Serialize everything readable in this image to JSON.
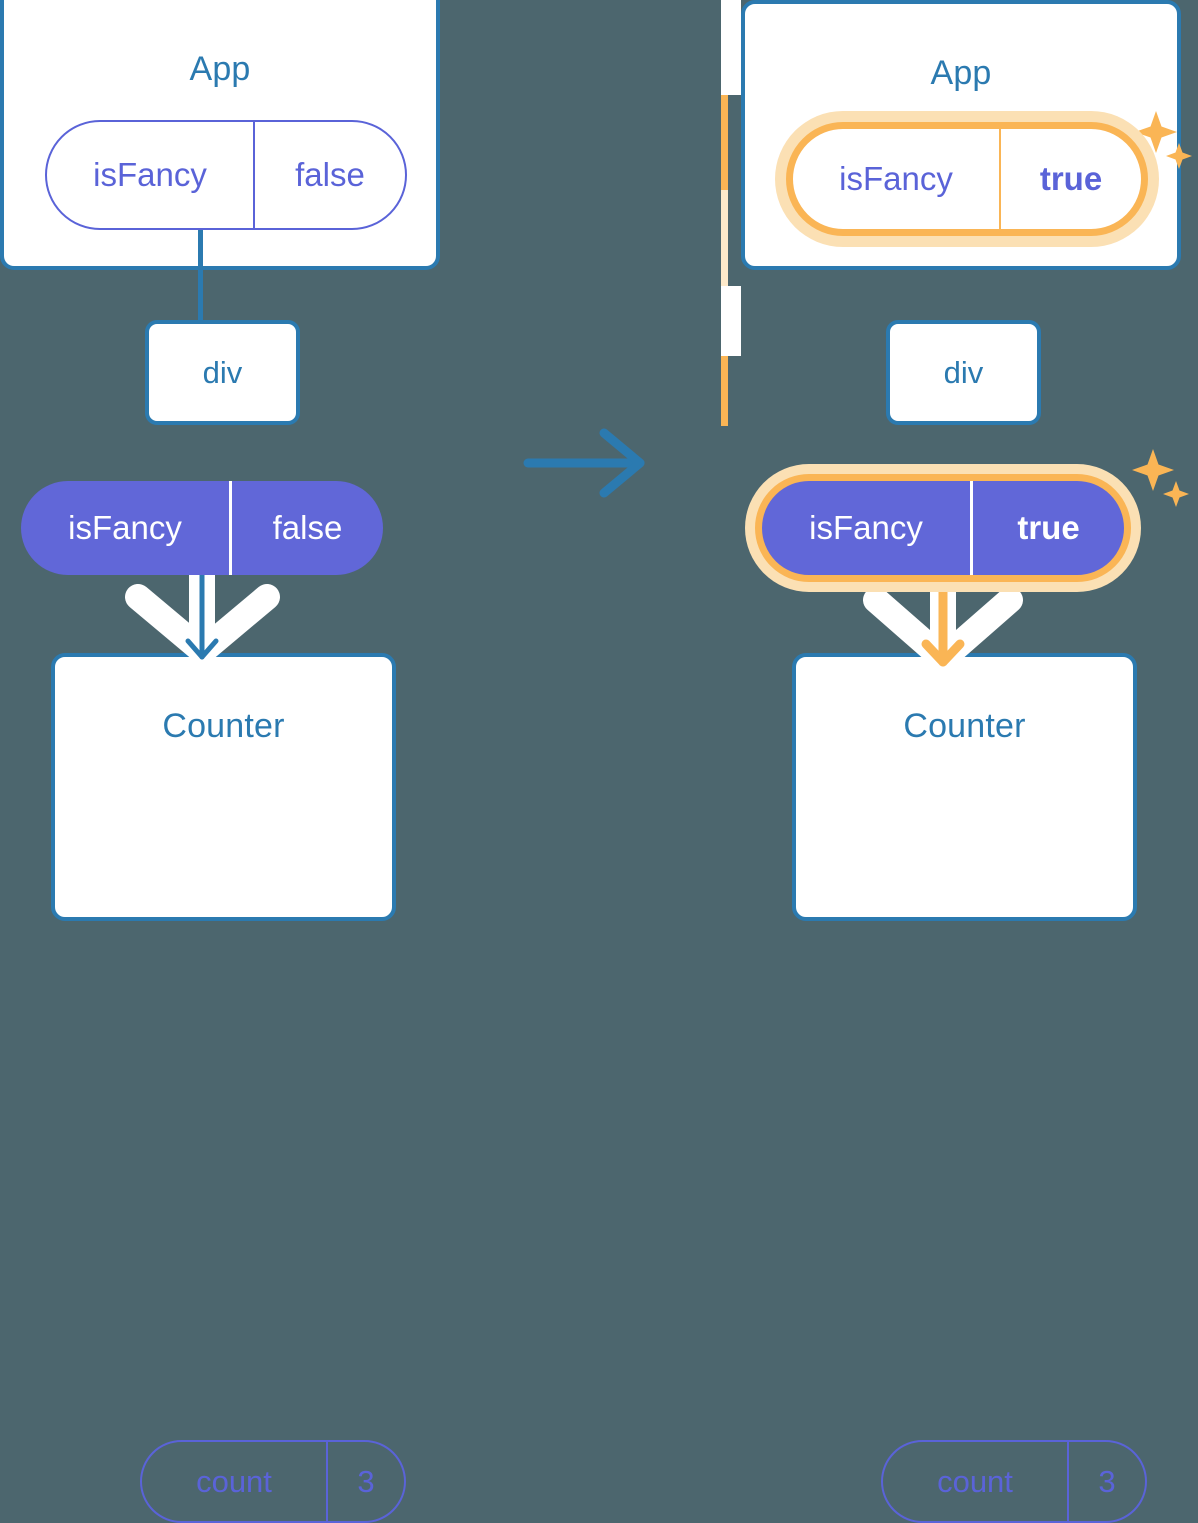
{
  "diagram": {
    "title": "React state update propagation",
    "background_color": "#4c666e",
    "accent_blue": "#2b7ab0",
    "accent_purple": "#6167d8",
    "accent_purple_outline": "#5a63d8",
    "highlight_orange": "#fab555",
    "highlight_halo": "#fbe0b4"
  },
  "transition_arrow": {
    "icon": "right-arrow-icon",
    "color": "#2b7ab0"
  },
  "panels": [
    {
      "id": "before",
      "state_highlighted": false,
      "app": {
        "title": "App",
        "pill": {
          "key": "isFancy",
          "value": "false",
          "style": "outline",
          "value_bold": false
        }
      },
      "div": {
        "label": "div"
      },
      "prop_pill": {
        "key": "isFancy",
        "value": "false",
        "style": "solid",
        "value_bold": false
      },
      "counter": {
        "title": "Counter",
        "pill": {
          "key": "count",
          "value": "3",
          "style": "outline",
          "value_bold": false
        }
      },
      "connector_color": "#2b7ab0",
      "arrow_color": "#2b7ab0",
      "sparkles": false
    },
    {
      "id": "after",
      "state_highlighted": true,
      "app": {
        "title": "App",
        "pill": {
          "key": "isFancy",
          "value": "true",
          "style": "outline-highlight",
          "value_bold": true
        }
      },
      "div": {
        "label": "div"
      },
      "prop_pill": {
        "key": "isFancy",
        "value": "true",
        "style": "solid-highlight",
        "value_bold": true
      },
      "counter": {
        "title": "Counter",
        "pill": {
          "key": "count",
          "value": "3",
          "style": "outline",
          "value_bold": false
        }
      },
      "connector_color": "#fab555",
      "arrow_color": "#fab555",
      "sparkles": true
    }
  ]
}
